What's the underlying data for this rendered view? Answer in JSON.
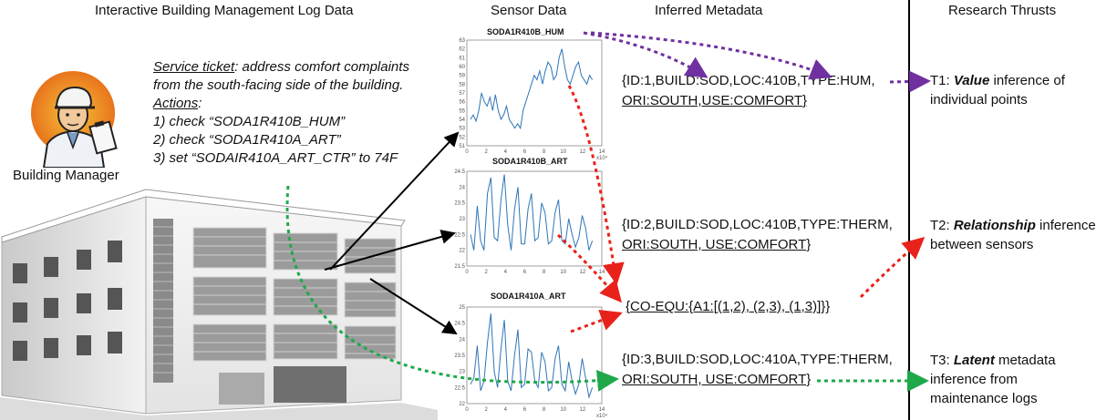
{
  "headers": {
    "log_data": "Interactive Building Management Log Data",
    "sensor_data": "Sensor Data",
    "inferred_metadata": "Inferred Metadata",
    "research_thrusts": "Research Thrusts"
  },
  "manager_label": "Building Manager",
  "ticket": {
    "service_label": "Service ticket",
    "service_text": ": address comfort complaints",
    "line2": "from the south-facing side of the building.",
    "actions_label": "Actions",
    "actions_colon": ":",
    "steps": [
      "1) check “SODA1R410B_HUM”",
      "2) check “SODA1R410A_ART”",
      "3) set “SODAIR410A_ART_CTR” to 74F"
    ]
  },
  "plots": [
    {
      "title": "SODA1R410B_HUM",
      "yticks": [
        "63",
        "62",
        "61",
        "60",
        "59",
        "58",
        "57",
        "56",
        "55",
        "54",
        "53",
        "52",
        "51"
      ],
      "xticks": [
        "0",
        "2",
        "4",
        "6",
        "8",
        "10",
        "12",
        "14"
      ],
      "xexp": "x10⁴",
      "values": [
        54,
        54.5,
        53.8,
        55,
        57,
        56,
        55.5,
        56.5,
        55,
        56.8,
        55,
        54,
        54.5,
        55.5,
        54,
        53.5,
        53,
        53.5,
        53,
        55,
        56,
        57,
        58,
        59,
        58.5,
        59.5,
        58,
        59.5,
        60.5,
        60,
        58.5,
        59,
        61,
        62,
        60,
        58.5,
        58,
        59,
        60,
        60.5,
        59,
        58.5,
        58,
        59,
        58.5
      ]
    },
    {
      "title": "SODA1R410B_ART",
      "yticks": [
        "24.5",
        "24",
        "23.5",
        "23",
        "22.5",
        "22",
        "21.5"
      ],
      "xticks": [
        "0",
        "2",
        "4",
        "6",
        "8",
        "10",
        "12",
        "14"
      ],
      "xexp": "",
      "values": [
        22.5,
        22,
        23.4,
        22.3,
        22,
        23.8,
        24.3,
        22.4,
        22.3,
        23.6,
        24.4,
        22.8,
        22,
        23.3,
        24,
        22.2,
        22.2,
        23.3,
        23.8,
        22.3,
        22.4,
        23.5,
        23.2,
        22.2,
        22.3,
        23.2,
        23.6,
        22.3,
        22.2,
        23,
        22.5,
        22.1,
        22.4,
        23.1,
        22.7,
        22,
        22.3
      ]
    },
    {
      "title": "SODA1R410A_ART",
      "yticks": [
        "25",
        "24.5",
        "24",
        "23.5",
        "23",
        "22.5",
        "22"
      ],
      "xticks": [
        "0",
        "2",
        "4",
        "6",
        "8",
        "10",
        "12",
        "14"
      ],
      "xexp": "x10⁴",
      "values": [
        22.6,
        22.8,
        23.8,
        22.4,
        22.7,
        23.9,
        24.8,
        23,
        22.5,
        23.7,
        24.6,
        22.7,
        22.4,
        23.5,
        24.3,
        22.5,
        22.6,
        23.7,
        23.6,
        22.7,
        22.5,
        23.6,
        23.3,
        22.4,
        22.5,
        23.4,
        23.8,
        22.6,
        22.4,
        23.3,
        22.7,
        22.3,
        22.6,
        23.4,
        22.8,
        22.2,
        22.5
      ]
    }
  ],
  "metadata": [
    {
      "line1": "{ID:1,BUILD:SOD,LOC:410B,TYPE:HUM,",
      "line2": "ORI:SOUTH,USE:COMFORT}"
    },
    {
      "line1": "{ID:2,BUILD:SOD,LOC:410B,TYPE:THERM,",
      "line2": "ORI:SOUTH, USE:COMFORT}"
    },
    {
      "line1": "{CO-EQU:{A1:[(1,2), (2,3), (1,3)]}}"
    },
    {
      "line1": "{ID:3,BUILD:SOD,LOC:410A,TYPE:THERM,",
      "line2": "ORI:SOUTH, USE:COMFORT}"
    }
  ],
  "thrusts": [
    {
      "prefix": "T1: ",
      "emph": "Value",
      "rest": " inference of",
      "line2": "individual points"
    },
    {
      "prefix": "T2: ",
      "emph": "Relationship",
      "rest": " inference",
      "line2": "between sensors"
    },
    {
      "prefix": "T3: ",
      "emph": "Latent",
      "rest": " metadata",
      "line2": "inference from",
      "line3": "maintenance logs"
    }
  ],
  "colors": {
    "purple": "#7030A0",
    "red": "#E8221A",
    "green": "#1EA84A",
    "series": "#2E75B6"
  }
}
